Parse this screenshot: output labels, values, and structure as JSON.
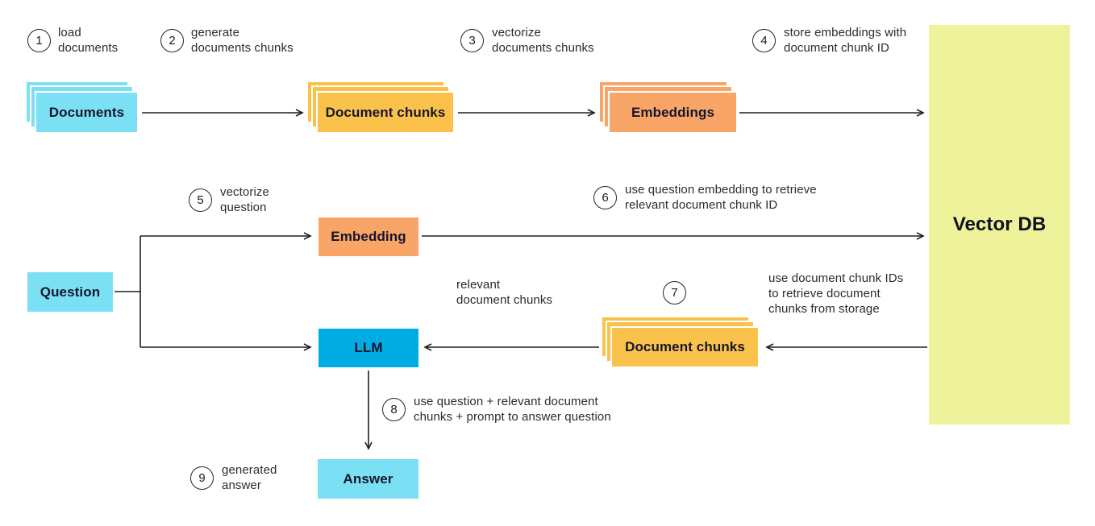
{
  "diagram": {
    "steps": [
      {
        "num": "1",
        "label": "load\ndocuments"
      },
      {
        "num": "2",
        "label": "generate\ndocuments chunks"
      },
      {
        "num": "3",
        "label": "vectorize\ndocuments chunks"
      },
      {
        "num": "4",
        "label": "store embeddings with\ndocument chunk ID"
      },
      {
        "num": "5",
        "label": "vectorize\nquestion"
      },
      {
        "num": "6",
        "label": "use question embedding to retrieve\nrelevant document chunk ID"
      },
      {
        "num": "7",
        "label": "use document chunk IDs\nto retrieve document\nchunks from storage"
      },
      {
        "num": "8",
        "label": "use question + relevant document\nchunks + prompt to answer question"
      },
      {
        "num": "9",
        "label": "generated\nanswer"
      }
    ],
    "nodes": {
      "documents": {
        "label": "Documents"
      },
      "document_chunks_top": {
        "label": "Document chunks"
      },
      "embeddings": {
        "label": "Embeddings"
      },
      "vector_db": {
        "label": "Vector DB"
      },
      "embedding": {
        "label": "Embedding"
      },
      "question": {
        "label": "Question"
      },
      "llm": {
        "label": "LLM"
      },
      "document_chunks_mid": {
        "label": "Document chunks"
      },
      "answer": {
        "label": "Answer"
      }
    },
    "edge_labels": {
      "relevant_chunks": "relevant\ndocument chunks"
    },
    "colors": {
      "cyan": "#7BE0F4",
      "amber": "#FBC24B",
      "salmon": "#F9A568",
      "blue": "#00ADE2",
      "lime": "#EDF29B",
      "line": "#1F1F1F"
    }
  }
}
